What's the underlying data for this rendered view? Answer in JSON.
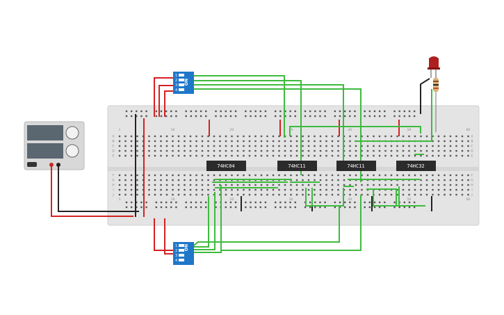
{
  "chips": [
    {
      "label": "74HC04"
    },
    {
      "label": "74HC11"
    },
    {
      "label": "74HC11"
    },
    {
      "label": "74HC32"
    }
  ],
  "dip_switch_top": {
    "on_label": "ON",
    "positions": [
      "1",
      "2",
      "3",
      "4"
    ]
  },
  "dip_switch_bottom": {
    "on_label": "ON",
    "positions": [
      "1",
      "2",
      "3",
      "4"
    ]
  },
  "breadboard": {
    "column_numbers": [
      "1",
      "10",
      "20",
      "30",
      "40",
      "50",
      "60"
    ],
    "row_letters_top": [
      "A",
      "B",
      "C",
      "D",
      "E"
    ],
    "row_letters_bottom": [
      "F",
      "G",
      "H",
      "I",
      "J"
    ]
  },
  "colors": {
    "wire_red": "#d42121",
    "wire_black": "#222222",
    "wire_green": "#3dbb3d",
    "breadboard": "#e4e4e4",
    "chip": "#2b2b2b",
    "dip": "#1f77c9",
    "led": "#b01f1f",
    "psu": "#d8d8d8"
  }
}
